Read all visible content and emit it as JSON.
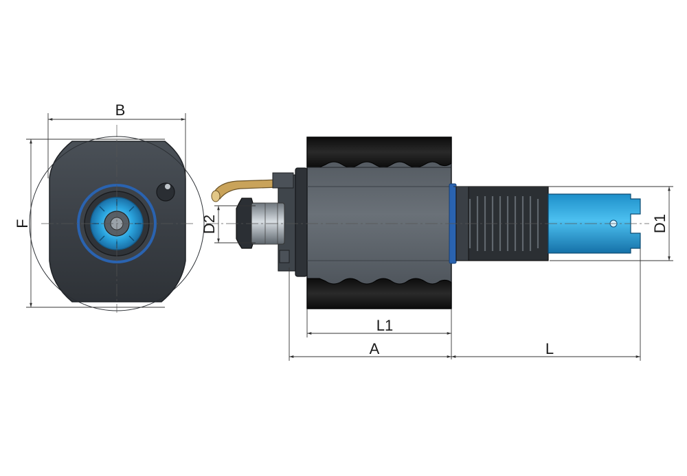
{
  "labels": {
    "B": "B",
    "F": "F",
    "D2": "D2",
    "D1": "D1",
    "L1": "L1",
    "A": "A",
    "L": "L"
  },
  "colors": {
    "body_dark": "#3a3f45",
    "body_mid": "#5b6169",
    "housing": "#5c636a",
    "black": "#141414",
    "blue_ring": "#2a63b0",
    "collet_blue": "#2ba6e0",
    "shank_dark": "#2b2f33",
    "steel": "#9ea6ad",
    "brass": "#c9a35a"
  }
}
